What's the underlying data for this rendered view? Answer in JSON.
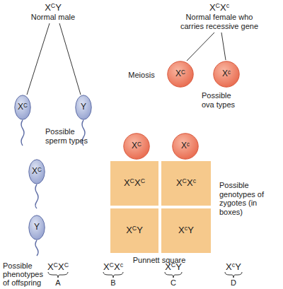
{
  "diagram": {
    "nodes": [
      {
        "text": [
          "XC"
        ]
      },
      {
        "text": [
          "Xc"
        ]
      },
      {
        "text": [
          "XC"
        ]
      },
      {
        "text": [
          "Y"
        ]
      },
      {
        "text": [
          "XC"
        ]
      },
      {
        "text": [
          "Xc"
        ]
      },
      {
        "text": [
          "XC"
        ]
      },
      {
        "text": [
          "XCXC"
        ]
      },
      {
        "text": [
          "XCXc"
        ]
      },
      {
        "text": [
          "Y"
        ]
      },
      {
        "text": [
          "XCY"
        ]
      },
      {
        "text": [
          "XcY"
        ]
      }
    ],
    "labels": [
      "XCY",
      "Normal male",
      "XCXc",
      "Normal female who carries recessive gene",
      "Meiosis",
      "Possible sperm types",
      "Possible ova types",
      "Possible genotypes of zygotes (in boxes)",
      "Punnett square",
      "Possible phenotypes of offspring",
      "XCXC",
      "XCXc",
      "XCY",
      "XcY",
      "A",
      "B",
      "C",
      "D"
    ]
  }
}
